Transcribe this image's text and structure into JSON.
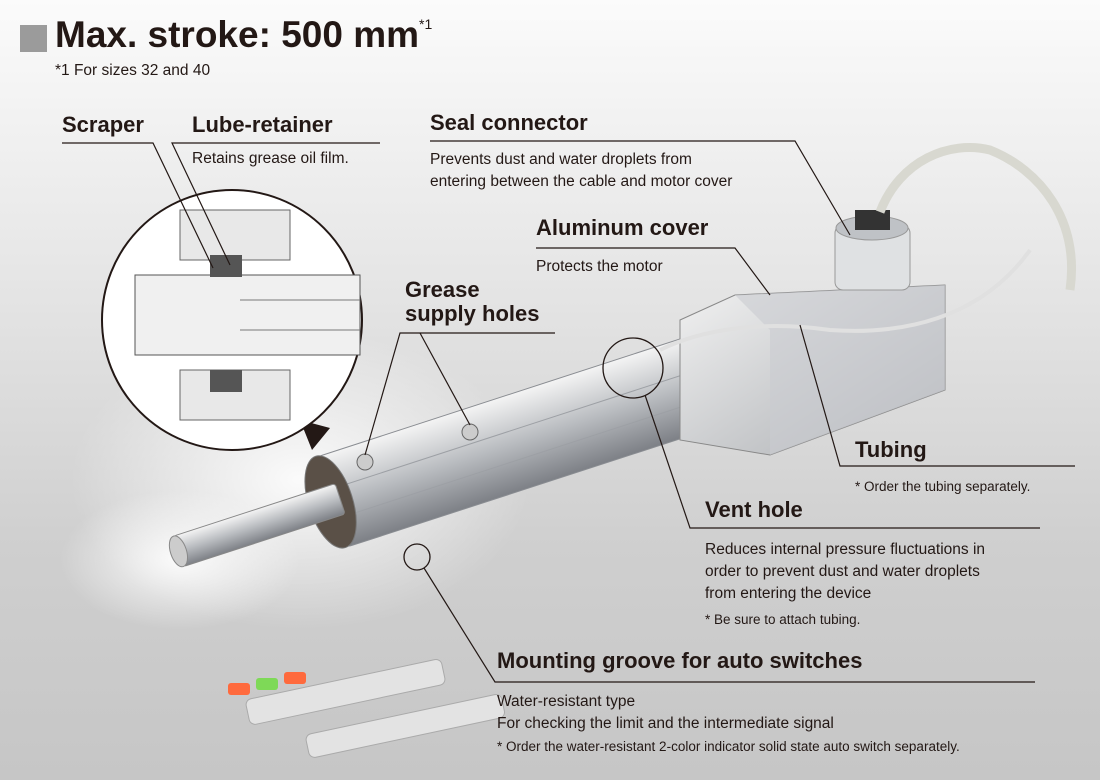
{
  "header": {
    "title": "Max. stroke: 500 mm",
    "title_footnote_mark": "*1",
    "footnote": "*1  For sizes 32 and 40"
  },
  "callouts": {
    "scraper": {
      "title": "Scraper"
    },
    "lube_retainer": {
      "title": "Lube-retainer",
      "desc": "Retains grease oil film."
    },
    "seal_connector": {
      "title": "Seal connector",
      "desc_lines": [
        "Prevents dust and water droplets from",
        "entering between the cable and motor cover"
      ]
    },
    "aluminum_cover": {
      "title": "Aluminum cover",
      "desc": "Protects the motor"
    },
    "grease_supply_holes": {
      "title_lines": [
        "Grease",
        "supply holes"
      ]
    },
    "tubing": {
      "title": "Tubing",
      "note": "*  Order the tubing separately."
    },
    "vent_hole": {
      "title": "Vent hole",
      "desc_lines": [
        "Reduces internal pressure fluctuations in",
        "order to prevent dust and water droplets",
        "from entering the device"
      ],
      "note": "*  Be sure to attach tubing."
    },
    "mounting_groove": {
      "title": "Mounting groove for auto switches",
      "desc_lines": [
        "Water-resistant type",
        "For checking the limit and the intermediate signal"
      ],
      "note": "*  Order the water-resistant 2-color indicator solid state auto switch separately."
    }
  },
  "colors": {
    "text": "#231815",
    "title_square": "#9b9b9b",
    "led_red": "#ff6a3d",
    "led_green": "#7ed957"
  }
}
